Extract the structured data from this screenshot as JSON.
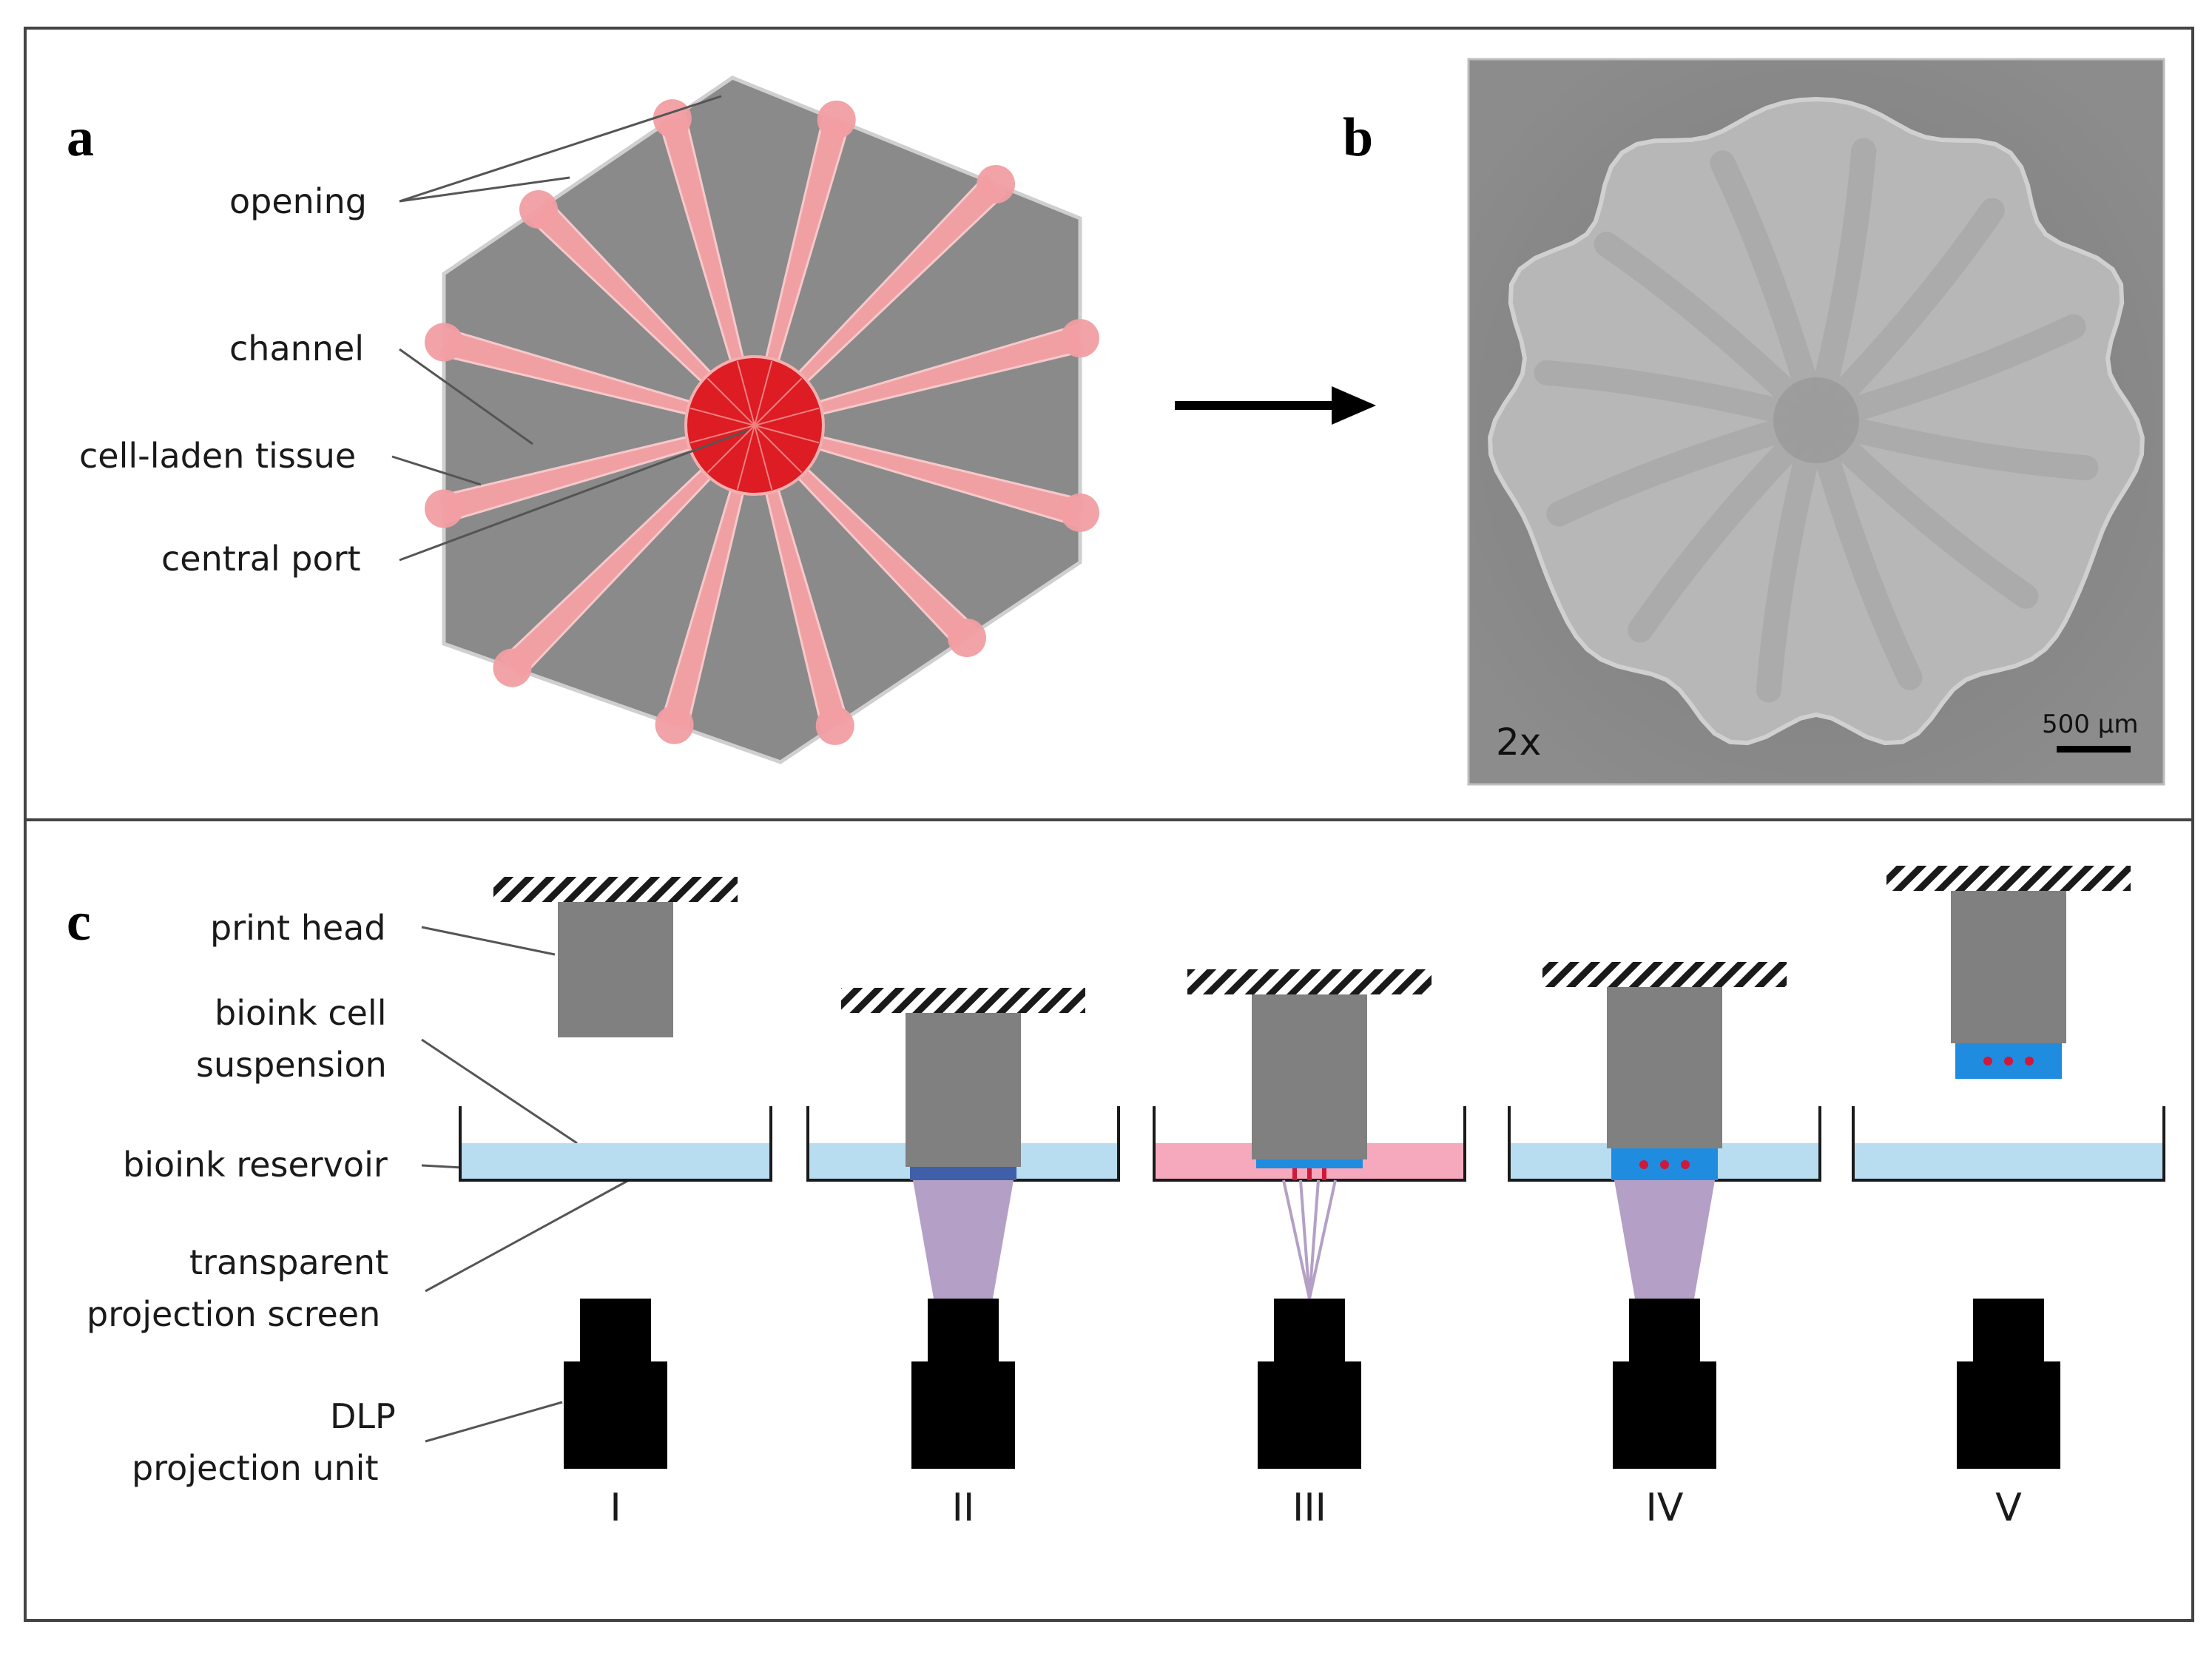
{
  "panels": {
    "a": {
      "letter": "a",
      "labels": {
        "opening": "opening",
        "channel": "channel",
        "cell_laden_tissue": "cell-laden tissue",
        "central_port": "central port"
      }
    },
    "b": {
      "letter": "b",
      "magnification": "2x",
      "scale_bar": "500 μm"
    },
    "c": {
      "letter": "c",
      "labels": {
        "print_head": "print head",
        "bioink_cell_line1": "bioink cell",
        "bioink_cell_line2": "suspension",
        "bioink_reservoir": "bioink reservoir",
        "screen_line1": "transparent",
        "screen_line2": "projection screen",
        "dlp_line1": "DLP",
        "dlp_line2": "projection unit"
      },
      "steps": [
        "I",
        "II",
        "III",
        "IV",
        "V"
      ]
    }
  },
  "colors": {
    "tissue_gray": "#8a8a8a",
    "channel_pink": "#f0a0a3",
    "port_red": "#dd1c24",
    "bioink_blue": "#b8dcf0",
    "bioink_pink": "#f6a9bd",
    "print_blue": "#1f8ce0",
    "light_purple": "#b4a0c6",
    "head_gray": "#808080"
  }
}
